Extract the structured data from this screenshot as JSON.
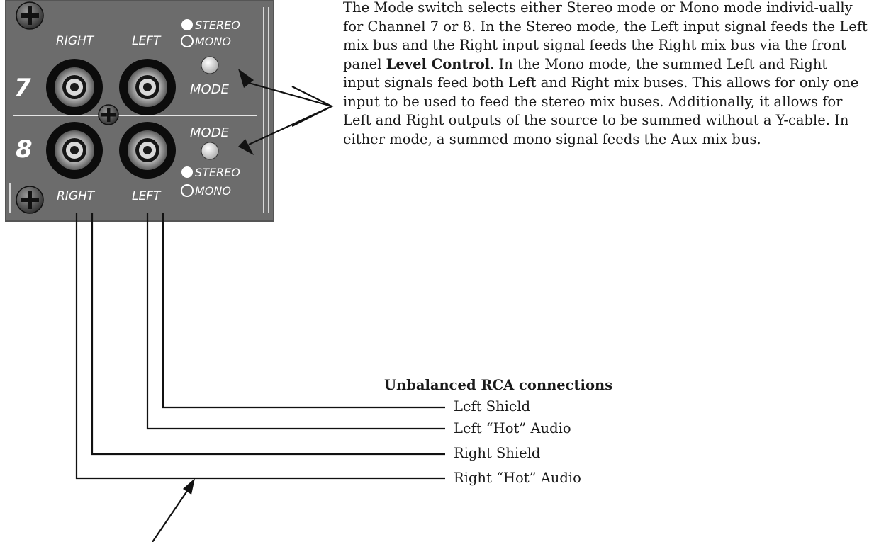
{
  "panel": {
    "ch7": {
      "number": "7",
      "jack_right": "RIGHT",
      "jack_left": "LEFT",
      "stereo": "STEREO",
      "mono": "MONO",
      "mode": "MODE"
    },
    "ch8": {
      "number": "8",
      "jack_right": "RIGHT",
      "jack_left": "LEFT",
      "stereo": "STEREO",
      "mono": "MONO",
      "mode": "MODE"
    }
  },
  "description": {
    "part1": "The Mode switch selects either Stereo mode or Mono mode individ-ually for Channel 7 or 8. In the Stereo mode, the Left input signal feeds the Left mix bus and the Right input signal feeds the Right mix bus via the front panel ",
    "bold": "Level Control",
    "part2": ". In the Mono mode, the summed Left and Right input signals feed both Left and Right mix buses. This allows for only one input to be used to feed the stereo mix buses. Additionally, it allows for Left and Right outputs of the source to be summed without a Y-cable. In either mode, a summed mono signal feeds the Aux mix bus."
  },
  "connections": {
    "title": "Unbalanced RCA connections",
    "items": [
      "Left Shield",
      "Left “Hot” Audio",
      "Right Shield",
      "Right “Hot” Audio"
    ]
  }
}
